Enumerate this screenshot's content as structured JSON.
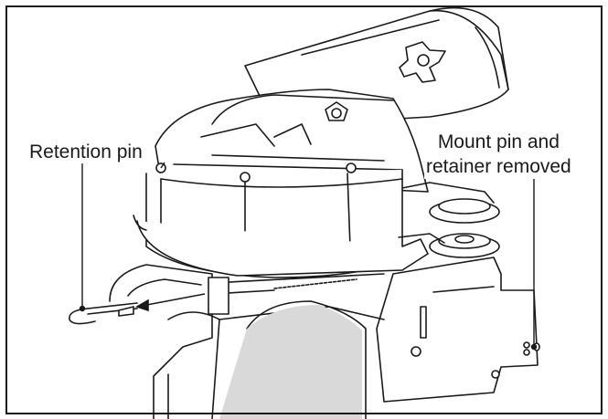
{
  "callouts": {
    "retention_pin": "Retention pin",
    "mount_pin_line1": "Mount pin and",
    "mount_pin_line2": "retainer removed"
  },
  "colors": {
    "line": "#1a1a1a",
    "fill": "#ffffff",
    "shade": "#d9d9d9"
  }
}
